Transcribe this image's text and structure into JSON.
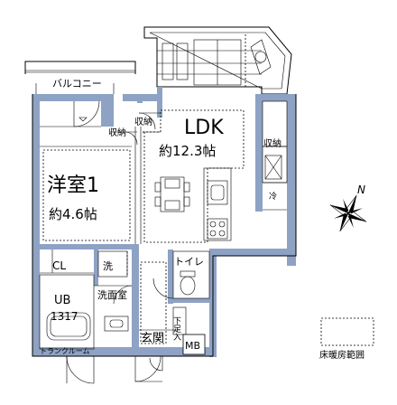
{
  "rooms": {
    "balcony": "バルコニー",
    "ldk_name": "LDK",
    "ldk_area": "約12.3帖",
    "western_name": "洋室1",
    "western_area": "約4.6帖",
    "storage_top": "収納",
    "storage_west": "収納",
    "storage_east": "収納",
    "cl": "CL",
    "wash": "洗",
    "toilet": "トイレ",
    "ub": "UB",
    "ub_size": "1317",
    "washroom": "洗面室",
    "entrance": "玄関",
    "shoe": "下足入",
    "mb": "MB",
    "trunk_room": "トランクルーム",
    "fridge": "冷"
  },
  "compass": {
    "north": "N"
  },
  "legend": {
    "label": "床暖房範囲"
  }
}
